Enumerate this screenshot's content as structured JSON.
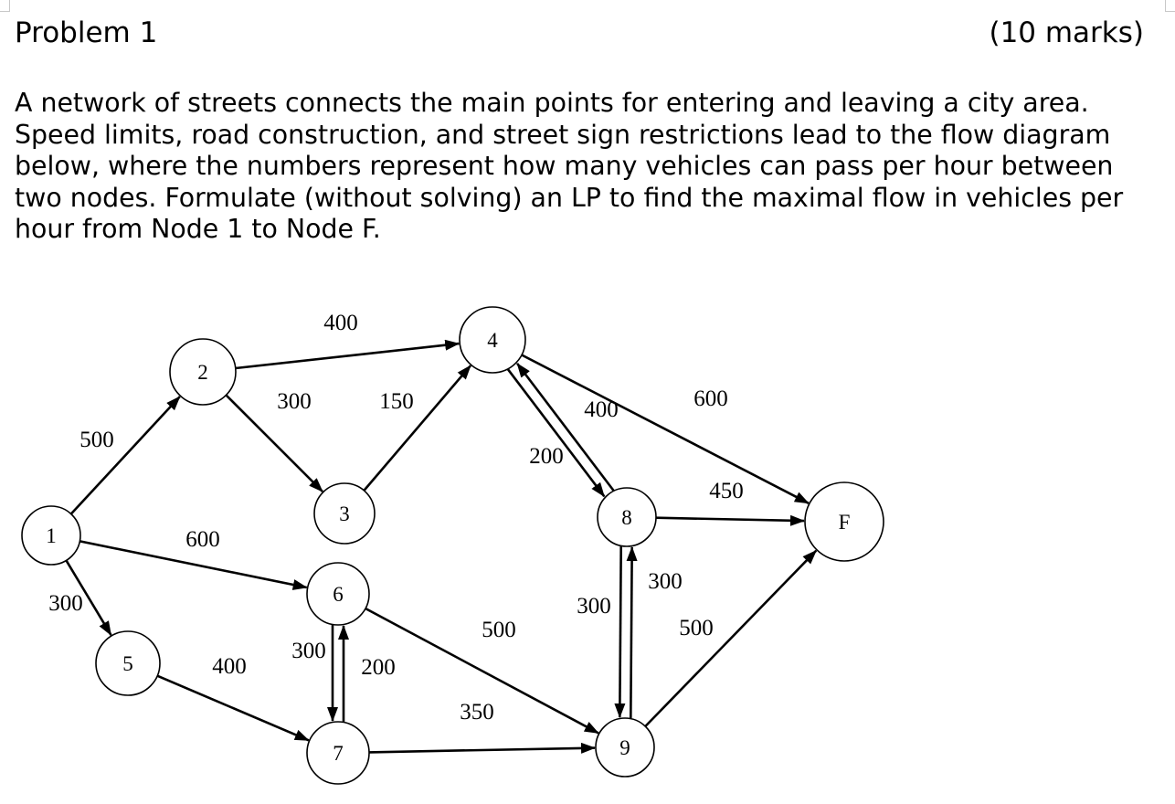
{
  "header": {
    "title": "Problem 1",
    "marks": "(10 marks)"
  },
  "statement": "A network of streets connects the main points for entering and leaving a city area. Speed limits, road construction, and street sign restrictions lead to the flow diagram below, where the numbers represent how many vehicles can pass per hour between two nodes. Formulate (without solving) an LP to find the maximal flow in vehicles per hour from Node 1 to Node F.",
  "network": {
    "nodes": [
      {
        "id": "1",
        "label": "1"
      },
      {
        "id": "2",
        "label": "2"
      },
      {
        "id": "3",
        "label": "3"
      },
      {
        "id": "4",
        "label": "4"
      },
      {
        "id": "5",
        "label": "5"
      },
      {
        "id": "6",
        "label": "6"
      },
      {
        "id": "7",
        "label": "7"
      },
      {
        "id": "8",
        "label": "8"
      },
      {
        "id": "9",
        "label": "9"
      },
      {
        "id": "F",
        "label": "F"
      }
    ],
    "arcs": [
      {
        "from": "1",
        "to": "2",
        "capacity": "500"
      },
      {
        "from": "1",
        "to": "6",
        "capacity": "600"
      },
      {
        "from": "1",
        "to": "5",
        "capacity": "300"
      },
      {
        "from": "2",
        "to": "4",
        "capacity": "400"
      },
      {
        "from": "2",
        "to": "3",
        "capacity": "300"
      },
      {
        "from": "3",
        "to": "4",
        "capacity": "150"
      },
      {
        "from": "4",
        "to": "F",
        "capacity": "600"
      },
      {
        "from": "4",
        "to": "8",
        "capacity": "400"
      },
      {
        "from": "8",
        "to": "4",
        "capacity": "200"
      },
      {
        "from": "8",
        "to": "F",
        "capacity": "450"
      },
      {
        "from": "8",
        "to": "9",
        "capacity": "300"
      },
      {
        "from": "9",
        "to": "8",
        "capacity": "300"
      },
      {
        "from": "9",
        "to": "F",
        "capacity": "500"
      },
      {
        "from": "6",
        "to": "9",
        "capacity": "500"
      },
      {
        "from": "6",
        "to": "7",
        "capacity": "300"
      },
      {
        "from": "7",
        "to": "6",
        "capacity": "200"
      },
      {
        "from": "5",
        "to": "7",
        "capacity": "400"
      },
      {
        "from": "7",
        "to": "9",
        "capacity": "350"
      }
    ]
  }
}
